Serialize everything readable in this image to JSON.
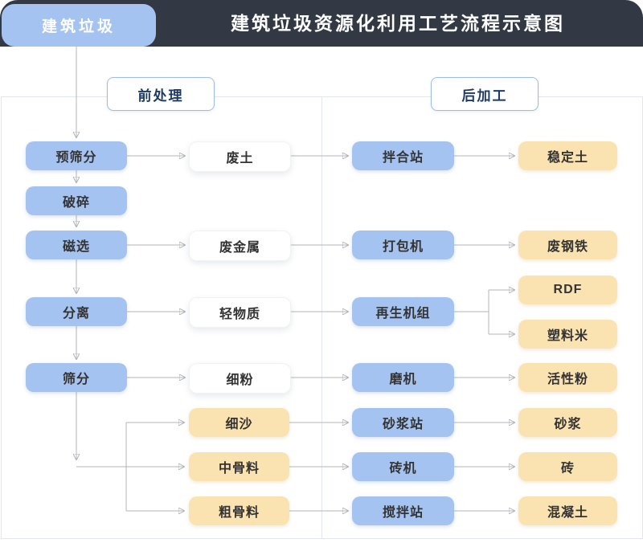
{
  "header": {
    "tab": "建筑垃圾",
    "title": "建筑垃圾资源化利用工艺流程示意图"
  },
  "sections": {
    "pre": "前处理",
    "post": "后加工"
  },
  "nodes": {
    "pre_screening": "预筛分",
    "crushing": "破碎",
    "magnetic_separation": "磁选",
    "separation": "分离",
    "screening": "筛分",
    "waste_soil": "废土",
    "scrap_metal": "废金属",
    "light_material": "轻物质",
    "fine_powder": "细粉",
    "fine_sand": "细沙",
    "medium_aggregate": "中骨料",
    "coarse_aggregate": "粗骨料",
    "mixing_plant": "拌合站",
    "baler": "打包机",
    "regeneration_unit": "再生机组",
    "mill": "磨机",
    "mortar_plant": "砂浆站",
    "brick_machine": "砖机",
    "concrete_plant": "搅拌站",
    "stabilized_soil": "稳定土",
    "scrap_steel": "废钢铁",
    "rdf": "RDF",
    "plastic_pellets": "塑料米",
    "active_powder": "活性粉",
    "mortar": "砂浆",
    "brick": "砖",
    "concrete": "混凝土"
  },
  "colors": {
    "header_bg": "#323944",
    "process_blue": "#a5c3f0",
    "product_yellow": "#fae3b0",
    "intermediate_white": "#ffffff",
    "section_border": "#9dbbe8",
    "section_text": "#1d3a66",
    "connector_gray": "#b0b4ba",
    "panel_border": "#e3e6eb",
    "node_text": "#333333"
  }
}
